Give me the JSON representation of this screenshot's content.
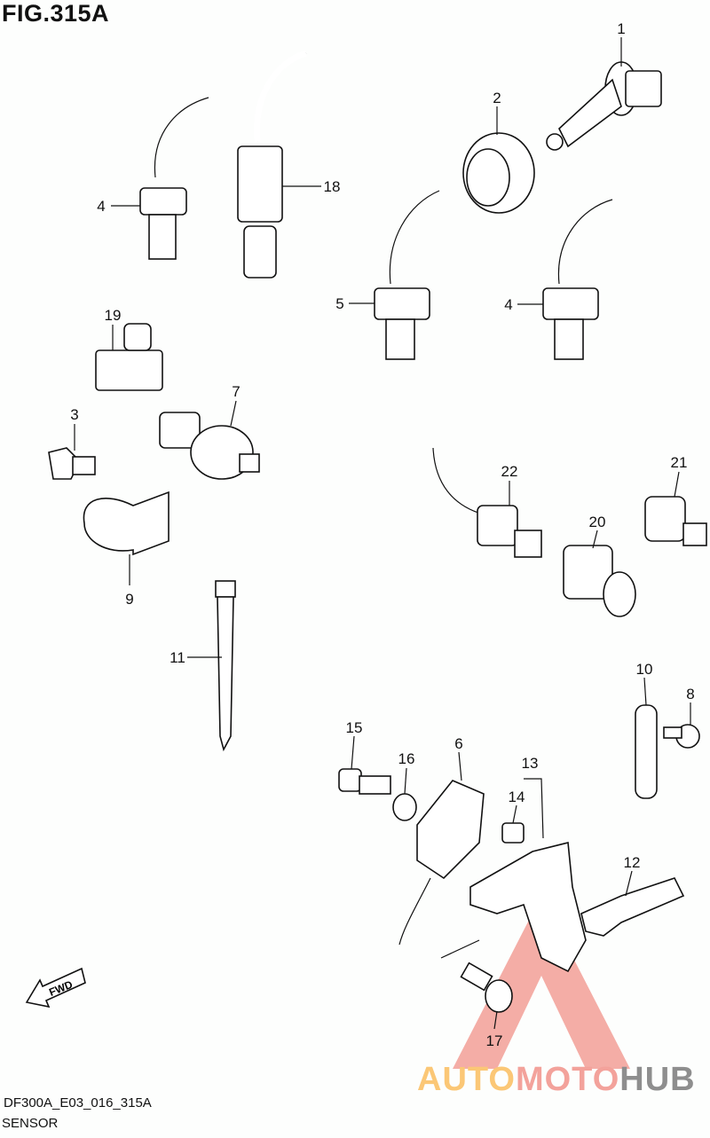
{
  "figure": {
    "title": "FIG.315A",
    "code": "DF300A_E03_016_315A",
    "name": "SENSOR"
  },
  "callouts": [
    "1",
    "2",
    "4",
    "18",
    "5",
    "4",
    "19",
    "7",
    "3",
    "22",
    "21",
    "20",
    "9",
    "11",
    "10",
    "8",
    "15",
    "16",
    "6",
    "13",
    "14",
    "12",
    "17"
  ],
  "direction_badge": "FWD",
  "watermark": {
    "part1": "AUTO",
    "part2": "MOTO",
    "part3": "HUB"
  },
  "colors": {
    "watermark_orange": "#fbc776",
    "watermark_red": "#f3a29b",
    "watermark_gray": "#8e8e8e"
  }
}
